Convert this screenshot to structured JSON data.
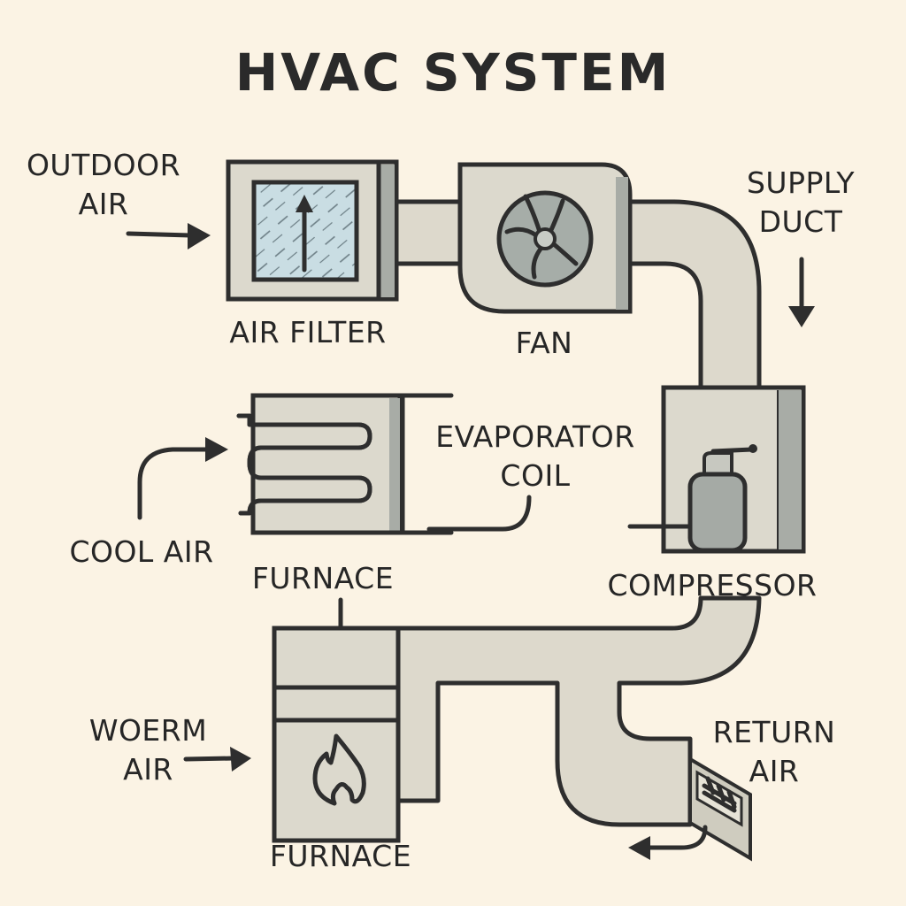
{
  "title": "HVAC SYSTEM",
  "colors": {
    "background": "#fbf3e4",
    "duct_fill": "#ddd9cc",
    "outline": "#2e2e2e",
    "filter_glass": "#c9dde3",
    "shade": "#a8aca6"
  },
  "components": {
    "air_filter": {
      "label": "AIR FILTER",
      "icon": "filter-arrow-up-icon"
    },
    "fan": {
      "label": "FAN",
      "icon": "fan-icon"
    },
    "evaporator_coil": {
      "label": "EVAPORATOR\nCOIL",
      "icon": "coil-icon"
    },
    "furnace_upper": {
      "label": "FURNACE"
    },
    "compressor": {
      "label": "COMPRESSOR",
      "icon": "compressor-tank-icon"
    },
    "furnace_lower": {
      "label": "FURNACE",
      "icon": "flame-icon"
    },
    "return_grille": {
      "icon": "vent-grille-icon"
    }
  },
  "flows": {
    "outdoor_air": {
      "label": "OUTDOOR\nAIR",
      "icon": "arrow-right-icon"
    },
    "supply_duct": {
      "label": "SUPPLY\nDUCT",
      "icon": "arrow-down-icon"
    },
    "cool_air": {
      "label": "COOL AIR",
      "icon": "curved-arrow-icon"
    },
    "warm_air": {
      "label": "WOERM\nAIR",
      "icon": "arrow-right-icon"
    },
    "return_air": {
      "label": "RETURN\nAIR",
      "icon": "curved-arrow-left-icon"
    }
  }
}
